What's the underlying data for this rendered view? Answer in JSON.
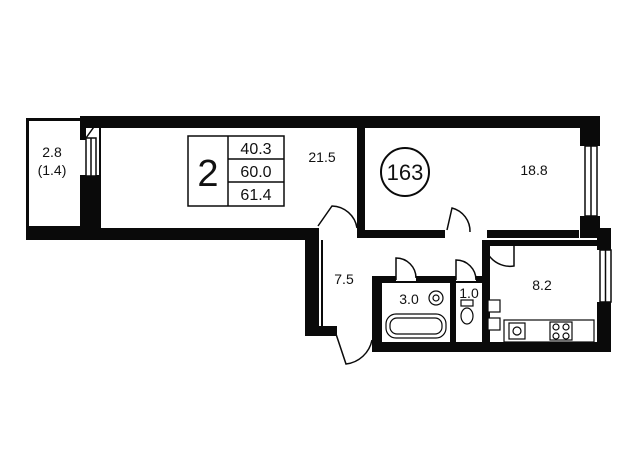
{
  "plan": {
    "apartment_number": "163",
    "rooms_count": "2",
    "areas_summary": [
      "40.3",
      "60.0",
      "61.4"
    ],
    "rooms": {
      "balcony_area": "2.8",
      "balcony_area_reduced": "(1.4)",
      "living_room": "21.5",
      "bedroom": "18.8",
      "hallway": "7.5",
      "kitchen": "8.2",
      "bathroom": "3.0",
      "toilet": "1.0"
    }
  }
}
